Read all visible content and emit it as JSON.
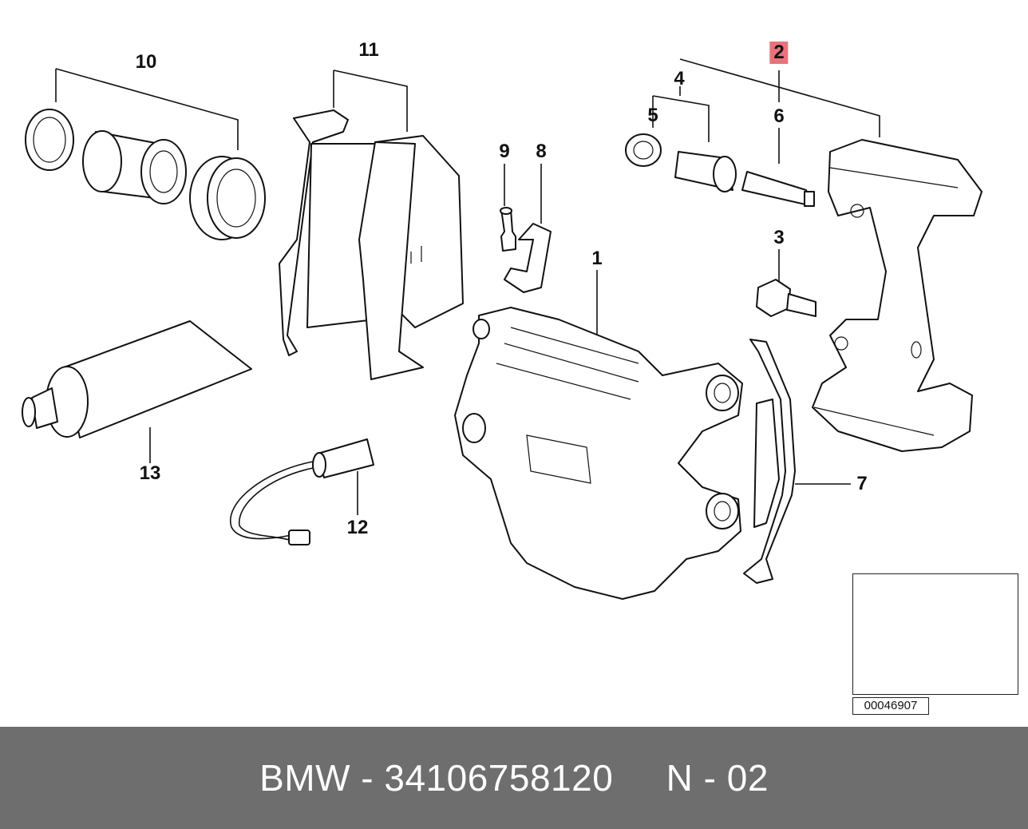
{
  "callouts": {
    "c1": "1",
    "c2": "2",
    "c3": "3",
    "c4": "4",
    "c5": "5",
    "c6": "6",
    "c7": "7",
    "c8": "8",
    "c9": "9",
    "c10": "10",
    "c11": "11",
    "c12": "12",
    "c13": "13"
  },
  "highlight_color": "#e8737a",
  "reference_code": "00046907",
  "footer": {
    "text": "BMW - 34106758120     N - 02",
    "background": "#6e6e6e"
  }
}
